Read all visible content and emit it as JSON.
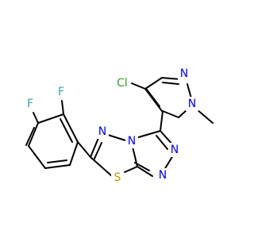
{
  "molecule": {
    "atoms": [
      {
        "id": "cl",
        "element": "Cl",
        "label": "Cl",
        "color": "#2ca02c"
      },
      {
        "id": "n_pz1",
        "element": "N",
        "label": "N",
        "color": "#0000ff"
      },
      {
        "id": "n_pz2",
        "element": "N",
        "label": "N",
        "color": "#0000ff"
      },
      {
        "id": "n_t1",
        "element": "N",
        "label": "N",
        "color": "#0000ff"
      },
      {
        "id": "n_t2",
        "element": "N",
        "label": "N",
        "color": "#0000ff"
      },
      {
        "id": "n_t3",
        "element": "N",
        "label": "N",
        "color": "#0000ff"
      },
      {
        "id": "n_t4",
        "element": "N",
        "label": "N",
        "color": "#0000ff"
      },
      {
        "id": "s1",
        "element": "S",
        "label": "S",
        "color": "#b8a000"
      },
      {
        "id": "f1",
        "element": "F",
        "label": "F",
        "color": "#33a6a6"
      },
      {
        "id": "f2",
        "element": "F",
        "label": "F",
        "color": "#33a6a6"
      }
    ],
    "bond_color": "#000000"
  }
}
